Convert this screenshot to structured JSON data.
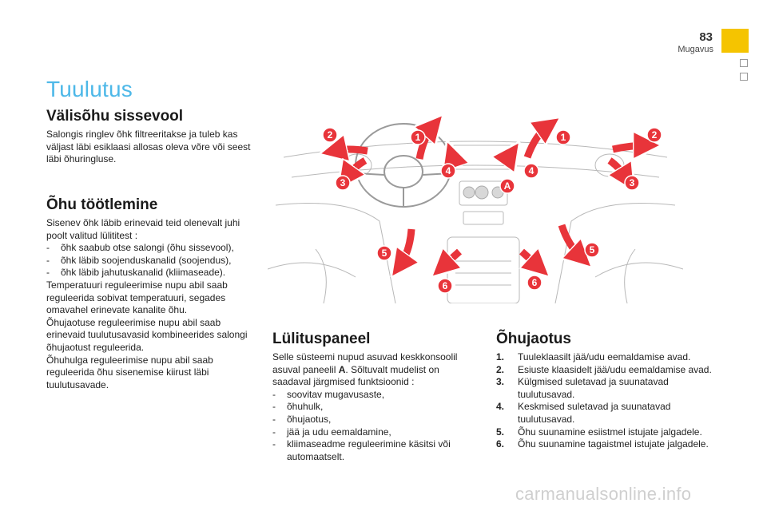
{
  "header": {
    "page_number": "83",
    "section": "Mugavus"
  },
  "title": "Tuulutus",
  "s1": {
    "heading": "Välisõhu sissevool",
    "text": "Salongis ringlev õhk filtreeritakse ja tuleb kas väljast läbi esiklaasi allosas oleva võre või seest läbi õhuringluse."
  },
  "s2": {
    "heading": "Õhu töötlemine",
    "intro": "Sisenev õhk läbib erinevaid teid olenevalt juhi poolt valitud lülititest :",
    "items": [
      "õhk saabub otse salongi (õhu sissevool),",
      "õhk läbib soojenduskanalid (soojendus),",
      "õhk läbib jahutuskanalid (kliimaseade)."
    ],
    "p1": "Temperatuuri reguleerimise nupu abil saab reguleerida sobivat temperatuuri, segades omavahel erinevate kanalite õhu.",
    "p2": "Õhujaotuse reguleerimise nupu abil saab erinevaid tuulutusavasid kombineerides salongi õhujaotust reguleerida.",
    "p3": "Õhuhulga reguleerimise nupu abil saab reguleerida õhu sisenemise kiirust läbi tuulutusavade."
  },
  "s3": {
    "heading": "Lülituspaneel",
    "intro_pre": "Selle süsteemi nupud asuvad keskkonsoolil asuval paneelil ",
    "intro_bold": "A",
    "intro_post": ". Sõltuvalt mudelist on saadaval järgmised funktsioonid :",
    "items": [
      "soovitav mugavusaste,",
      "õhuhulk,",
      "õhujaotus,",
      "jää ja udu eemaldamine,",
      "kliimaseadme reguleerimine käsitsi või automaatselt."
    ]
  },
  "s4": {
    "heading": "Õhujaotus",
    "items": [
      {
        "n": "1.",
        "t": "Tuuleklaasilt jää/udu eemaldamise avad."
      },
      {
        "n": "2.",
        "t": "Esiuste klaasidelt jää/udu eemaldamise avad."
      },
      {
        "n": "3.",
        "t": "Külgmised suletavad ja suunatavad tuulutusavad."
      },
      {
        "n": "4.",
        "t": "Keskmised suletavad ja suunatavad tuulutusavad."
      },
      {
        "n": "5.",
        "t": "Õhu suunamine esiistmel istujate jalgadele."
      },
      {
        "n": "6.",
        "t": "Õhu suunamine tagaistmel istujate jalgadele."
      }
    ]
  },
  "illustration": {
    "markers": [
      "1",
      "1",
      "2",
      "2",
      "3",
      "3",
      "4",
      "4",
      "5",
      "5",
      "6",
      "6",
      "A"
    ],
    "marker_color": "#e8343a",
    "arrow_color": "#e8343a"
  },
  "footer": {
    "watermark": "carmanualsonline.info"
  },
  "colors": {
    "title": "#4db8e8",
    "tab": "#f5c400"
  }
}
